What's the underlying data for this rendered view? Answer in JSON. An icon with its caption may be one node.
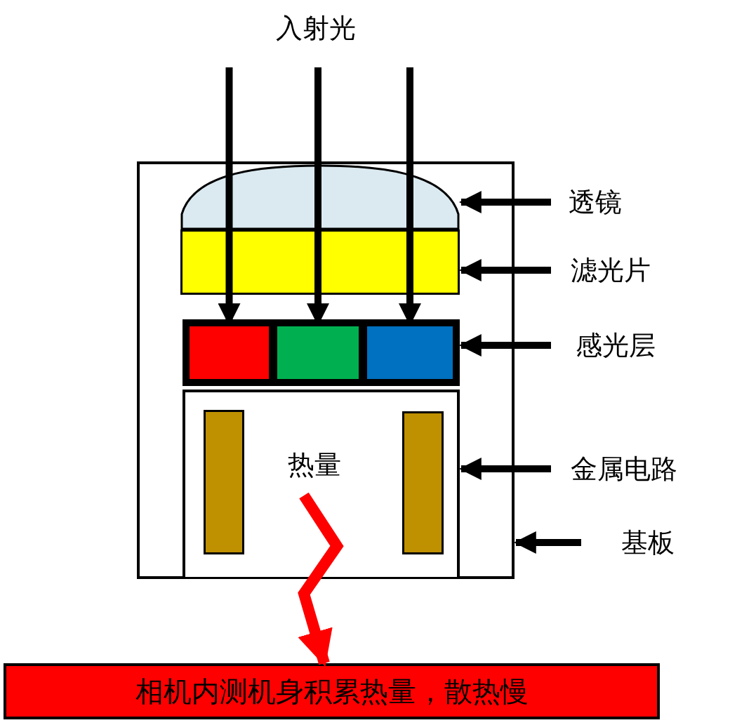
{
  "diagram": {
    "nodes": [
      {
        "text": [],
        "shape": "box"
      },
      {
        "text": [],
        "shape": "dome",
        "in": 0
      },
      {
        "text": [],
        "shape": "bar",
        "in": 0
      },
      {
        "text": [],
        "shape": "box",
        "in": 0
      },
      {
        "text": [],
        "shape": "box",
        "in": 3
      },
      {
        "text": [],
        "shape": "box",
        "in": 3
      },
      {
        "text": [],
        "shape": "box",
        "in": 3
      },
      {
        "text": [],
        "shape": "box",
        "in": 0
      },
      {
        "text": [
          "热量"
        ],
        "in": 7
      },
      {
        "text": [],
        "shape": "bar",
        "in": 7
      },
      {
        "text": [],
        "shape": "bar",
        "in": 7
      },
      {
        "text": [
          "透镜"
        ]
      },
      {
        "text": [
          "滤光片"
        ]
      },
      {
        "text": [
          "感光层"
        ]
      },
      {
        "text": [
          "金属电路"
        ]
      },
      {
        "text": [
          "基板"
        ]
      },
      {
        "text": [
          "相机内测机身积累热量，散热慢"
        ]
      }
    ],
    "edges": [
      {
        "from": null,
        "to": 4,
        "arrow": "to"
      },
      {
        "from": null,
        "to": 5,
        "arrow": "to"
      },
      {
        "from": null,
        "to": 6,
        "arrow": "to"
      },
      {
        "from": 11,
        "to": 1,
        "arrow": "to"
      },
      {
        "from": 12,
        "to": 2,
        "arrow": "to"
      },
      {
        "from": 13,
        "to": 3,
        "arrow": "to"
      },
      {
        "from": 14,
        "to": 7,
        "arrow": "to"
      },
      {
        "from": 15,
        "to": 0,
        "arrow": "to"
      },
      {
        "from": 8,
        "to": 16,
        "arrow": "to",
        "color": "#ff0000"
      }
    ],
    "labels": [
      "入射光"
    ]
  }
}
